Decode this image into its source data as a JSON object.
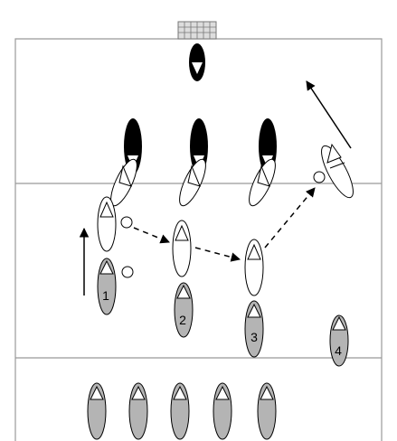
{
  "diagram": {
    "colors": {
      "lines": "#000000",
      "field_lines": "#999999",
      "player_gray": "#b4b4b4",
      "defender": "#000000",
      "background": "#ffffff"
    },
    "players": {
      "numbered": [
        {
          "label": "1"
        },
        {
          "label": "2"
        },
        {
          "label": "3"
        },
        {
          "label": "4"
        }
      ]
    },
    "icons": [
      "goal-icon",
      "ball-icon",
      "arrow-icon"
    ]
  }
}
